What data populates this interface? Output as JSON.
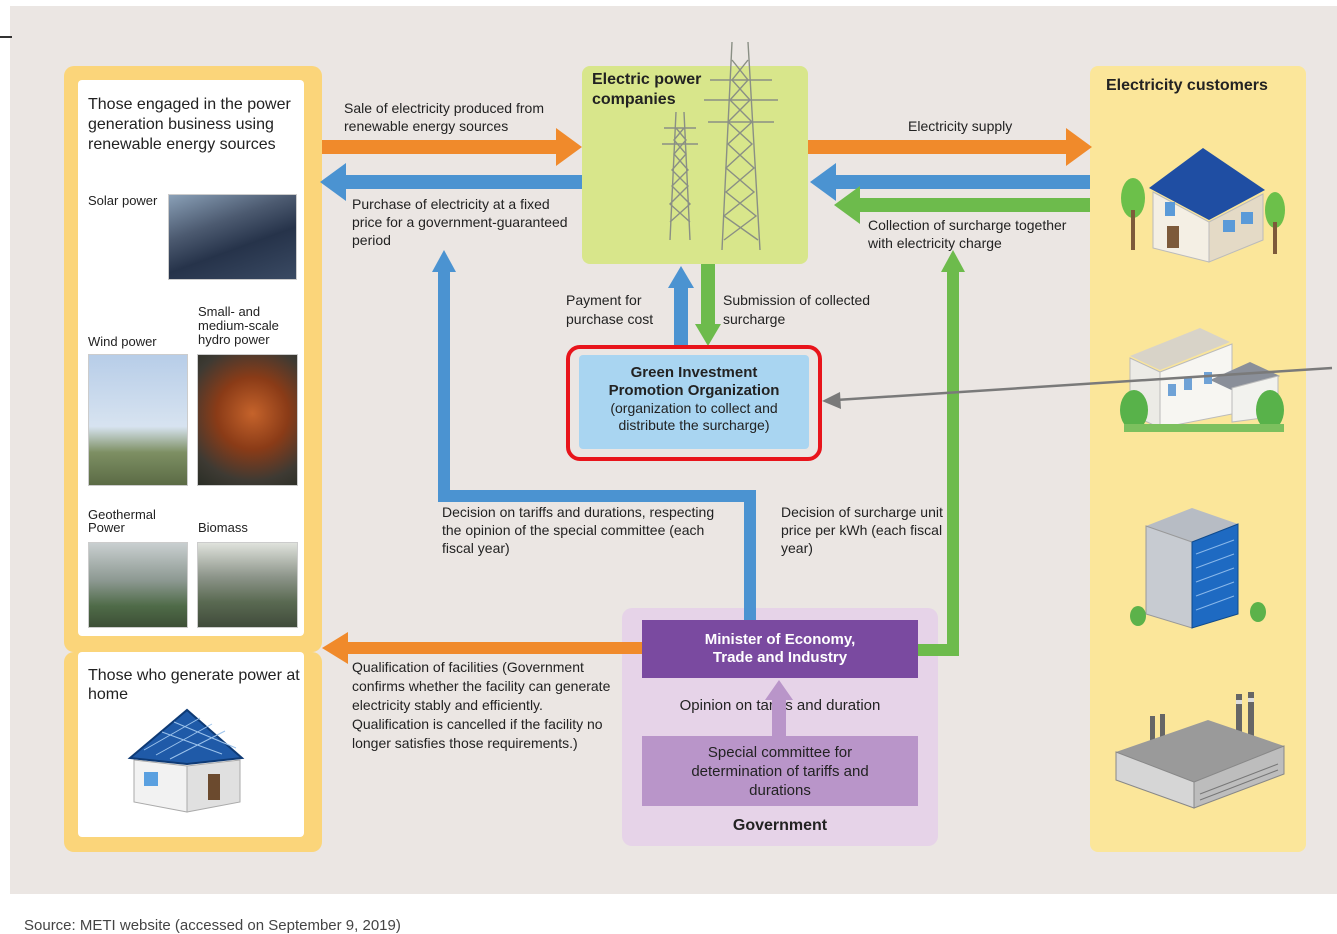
{
  "producers": {
    "title": "Those engaged in the power generation business using renewable energy sources",
    "solar": "Solar power",
    "wind": "Wind power",
    "hydro": "Small- and medium-scale hydro power",
    "geothermal": "Geothermal Power",
    "biomass": "Biomass"
  },
  "home": {
    "title": "Those who generate power at home"
  },
  "utility": {
    "title": "Electric power companies"
  },
  "customers": {
    "title": "Electricity customers"
  },
  "gipo": {
    "line1": "Green Investment",
    "line2": "Promotion Organization",
    "line3": "(organization to collect and",
    "line4": "distribute the surcharge)"
  },
  "government": {
    "label": "Government",
    "minister": "Minister of Economy, Trade and Industry",
    "opinion": "Opinion on tariffs and duration",
    "committee": "Special committee for determination of tariffs and durations"
  },
  "flows": {
    "sale": "Sale of electricity produced from renewable energy sources",
    "purchase": "Purchase of electricity at a fixed price for a government-guaranteed period",
    "supply": "Electricity supply",
    "collection": "Collection of surcharge together with electricity charge",
    "payment": "Payment for purchase cost",
    "submission": "Submission of collected surcharge",
    "decision_tariffs": "Decision on tariffs and durations, respecting the opinion of the special committee (each fiscal year)",
    "decision_surcharge": "Decision of surcharge unit price per kWh (each fiscal year)",
    "qualification": "Qualification of facilities (Government confirms whether the facility can generate electricity stably and efficiently. Qualification is cancelled if the facility no longer satisfies those requirements.)"
  },
  "source": "Source: METI website (accessed on September 9, 2019)",
  "colors": {
    "orange_arrow": "#f08a2b",
    "blue_arrow": "#4b93d1",
    "green_arrow": "#6dbb4c",
    "highlight": "#e8141b",
    "minister_box": "#7a4aa0",
    "committee_box": "#b995c9",
    "government_panel": "#e6d3e8",
    "utility_panel": "#d8e68b",
    "customer_panel": "#fbe69a",
    "producer_frame": "#fbd57a"
  },
  "icons": [
    "transmission-tower-icon",
    "house-icon",
    "apartment-icon",
    "office-building-icon",
    "factory-icon",
    "solar-house-icon",
    "pointer-arrow-icon"
  ]
}
